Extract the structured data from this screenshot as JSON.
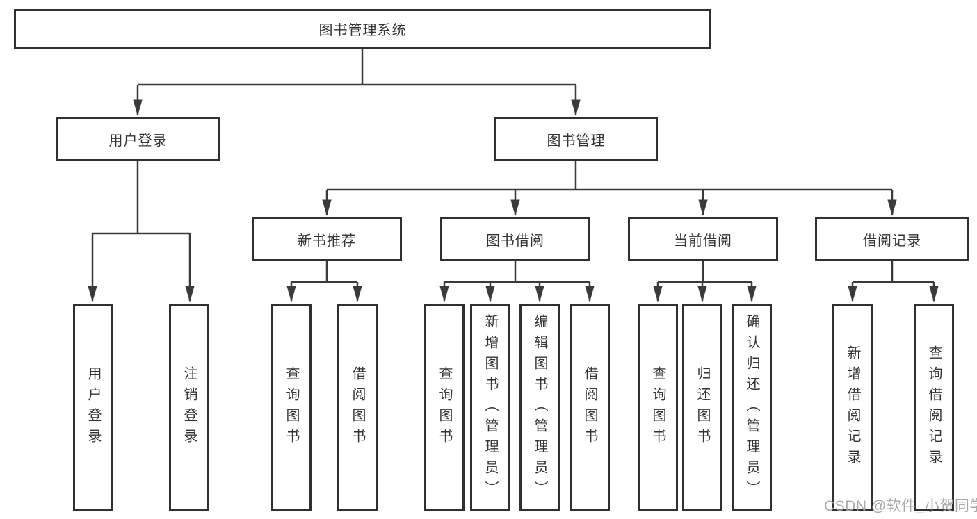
{
  "tree": {
    "root": {
      "label": "图书管理系统",
      "children": [
        {
          "label": "用户登录",
          "children": [
            {
              "label": "用户登录"
            },
            {
              "label": "注销登录"
            }
          ]
        },
        {
          "label": "图书管理",
          "children": [
            {
              "label": "新书推荐",
              "children": [
                {
                  "label": "查询图书"
                },
                {
                  "label": "借阅图书"
                }
              ]
            },
            {
              "label": "图书借阅",
              "children": [
                {
                  "label": "查询图书"
                },
                {
                  "label": "新增图书（管理员）"
                },
                {
                  "label": "编辑图书（管理员）"
                },
                {
                  "label": "借阅图书"
                }
              ]
            },
            {
              "label": "当前借阅",
              "children": [
                {
                  "label": "查询图书"
                },
                {
                  "label": "归还图书"
                },
                {
                  "label": "确认归还（管理员）"
                }
              ]
            },
            {
              "label": "借阅记录",
              "children": [
                {
                  "label": "新增借阅记录"
                },
                {
                  "label": "查询借阅记录"
                }
              ]
            }
          ]
        }
      ]
    }
  },
  "watermark": {
    "text": "CSDN @软件_小贺同学"
  },
  "colors": {
    "line": "#3a3a3a",
    "border": "#303030",
    "text": "#333333",
    "background": "#ffffff",
    "watermark": "#a0a0a0"
  }
}
